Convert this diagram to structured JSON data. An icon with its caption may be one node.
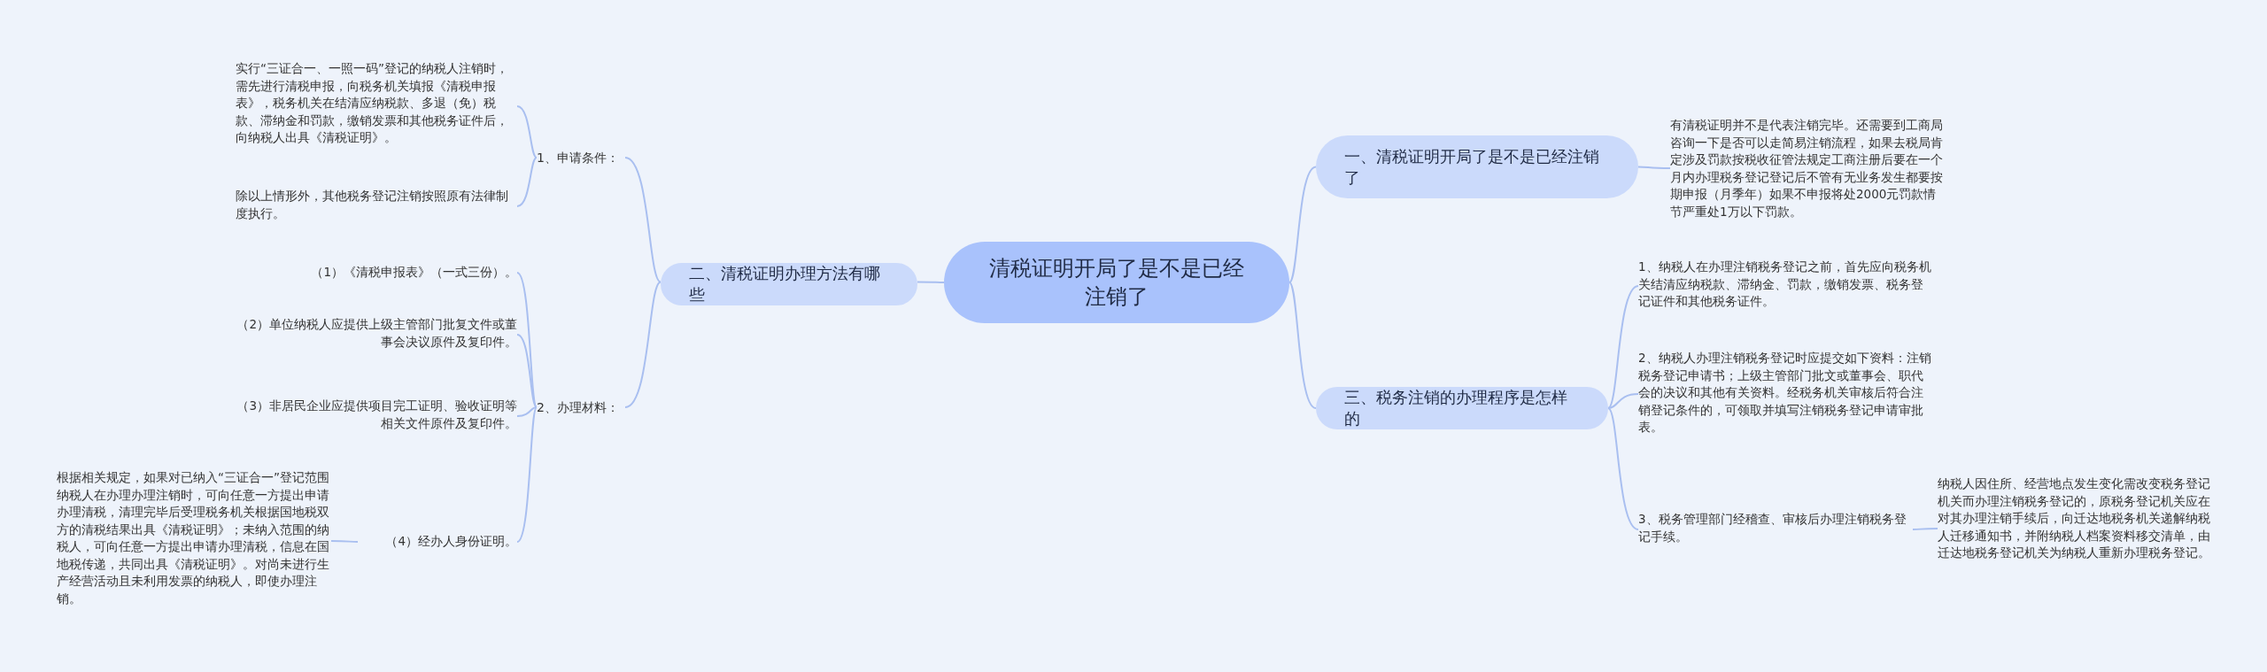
{
  "diagram": {
    "nodes": [
      {
        "text": [
          "清税证明开局了是不是已经注销了"
        ]
      },
      {
        "text": [
          "一、清税证明开局了是不是已经注销了"
        ]
      },
      {
        "text": [
          "有清税证明并不是代表注销完毕。还需要到工商局咨询一下是否可以走简易注销流程，如果去税局肯定涉及罚款按税收征管法规定工商注册后要在一个月内办理税务登记登记后不管有无业务发生都要按期申报（月季年）如果不申报将处2000元罚款情节严重处1万以下罚款。"
        ]
      },
      {
        "text": [
          "二、清税证明办理方法有哪些"
        ]
      },
      {
        "text": [
          "1、申请条件："
        ]
      },
      {
        "text": [
          "实行“三证合一、一照一码”登记的纳税人注销时，需先进行清税申报，向税务机关填报《清税申报表》，税务机关在结清应纳税款、多退（免）税款、滞纳金和罚款，缴销发票和其他税务证件后，向纳税人出具《清税证明》。"
        ]
      },
      {
        "text": [
          "除以上情形外，其他税务登记注销按照原有法律制度执行。"
        ]
      },
      {
        "text": [
          "2、办理材料："
        ]
      },
      {
        "text": [
          "（1）《清税申报表》（一式三份）。"
        ]
      },
      {
        "text": [
          "（2）单位纳税人应提供上级主管部门批复文件或董事会决议原件及复印件。"
        ]
      },
      {
        "text": [
          "（3）非居民企业应提供项目完工证明、验收证明等相关文件原件及复印件。"
        ]
      },
      {
        "text": [
          "（4）经办人身份证明。"
        ]
      },
      {
        "text": [
          "根据相关规定，如果对已纳入“三证合一”登记范围纳税人在办理办理注销时，可向任意一方提出申请办理清税，清理完毕后受理税务机关根据国地税双方的清税结果出具《清税证明》；未纳入范围的纳税人，可向任意一方提出申请办理清税，信息在国地税传递，共同出具《清税证明》。对尚未进行生产经营活动且未利用发票的纳税人，即使办理注销。"
        ]
      },
      {
        "text": [
          "三、税务注销的办理程序是怎样的"
        ]
      },
      {
        "text": [
          "1、纳税人在办理注销税务登记之前，首先应向税务机关结清应纳税款、滞纳金、罚款，缴销发票、税务登记证件和其他税务证件。"
        ]
      },
      {
        "text": [
          "2、纳税人办理注销税务登记时应提交如下资料：注销税务登记申请书；上级主管部门批文或董事会、职代会的决议和其他有关资料。经税务机关审核后符合注销登记条件的，可领取并填写注销税务登记申请审批表。"
        ]
      },
      {
        "text": [
          "3、税务管理部门经稽查、审核后办理注销税务登记手续。"
        ]
      },
      {
        "text": [
          "纳税人因住所、经营地点发生变化需改变税务登记机关而办理注销税务登记的，原税务登记机关应在对其办理注销手续后，向迁达地税务机关递解纳税人迁移通知书，并附纳税人档案资料移交清单，由迁达地税务登记机关为纳税人重新办理税务登记。"
        ]
      }
    ],
    "edges": [
      {
        "from": 0,
        "to": 1,
        "arrow": "none"
      },
      {
        "from": 1,
        "to": 2,
        "arrow": "none"
      },
      {
        "from": 0,
        "to": 3,
        "arrow": "none"
      },
      {
        "from": 3,
        "to": 4,
        "arrow": "none"
      },
      {
        "from": 4,
        "to": 5,
        "arrow": "none"
      },
      {
        "from": 4,
        "to": 6,
        "arrow": "none"
      },
      {
        "from": 3,
        "to": 7,
        "arrow": "none"
      },
      {
        "from": 7,
        "to": 8,
        "arrow": "none"
      },
      {
        "from": 7,
        "to": 9,
        "arrow": "none"
      },
      {
        "from": 7,
        "to": 10,
        "arrow": "none"
      },
      {
        "from": 7,
        "to": 11,
        "arrow": "none"
      },
      {
        "from": 11,
        "to": 12,
        "arrow": "none"
      },
      {
        "from": 0,
        "to": 13,
        "arrow": "none"
      },
      {
        "from": 13,
        "to": 14,
        "arrow": "none"
      },
      {
        "from": 13,
        "to": 15,
        "arrow": "none"
      },
      {
        "from": 13,
        "to": 16,
        "arrow": "none"
      },
      {
        "from": 16,
        "to": 17,
        "arrow": "none"
      }
    ]
  }
}
